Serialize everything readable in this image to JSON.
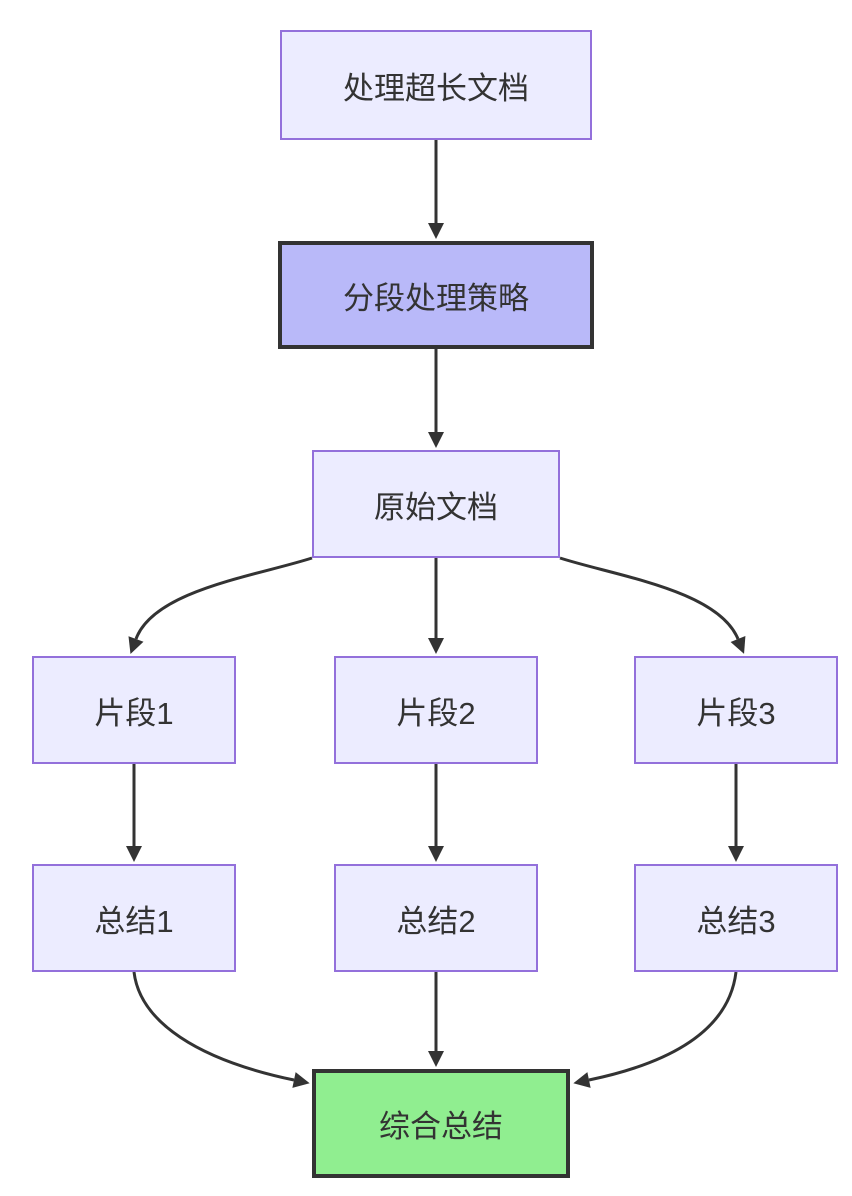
{
  "diagram": {
    "type": "flowchart",
    "direction": "top-down",
    "nodes": [
      {
        "id": "A",
        "label": "处理超长文档",
        "style": "light"
      },
      {
        "id": "B",
        "label": "分段处理策略",
        "style": "emphasis"
      },
      {
        "id": "C",
        "label": "原始文档",
        "style": "light"
      },
      {
        "id": "D",
        "label": "片段1",
        "style": "light"
      },
      {
        "id": "E",
        "label": "片段2",
        "style": "light"
      },
      {
        "id": "F",
        "label": "片段3",
        "style": "light"
      },
      {
        "id": "G",
        "label": "总结1",
        "style": "light"
      },
      {
        "id": "H",
        "label": "总结2",
        "style": "light"
      },
      {
        "id": "I",
        "label": "总结3",
        "style": "light"
      },
      {
        "id": "J",
        "label": "综合总结",
        "style": "result"
      }
    ],
    "edges": [
      {
        "from": "处理超长文档",
        "to": "分段处理策略"
      },
      {
        "from": "分段处理策略",
        "to": "原始文档"
      },
      {
        "from": "原始文档",
        "to": "片段1"
      },
      {
        "from": "原始文档",
        "to": "片段2"
      },
      {
        "from": "原始文档",
        "to": "片段3"
      },
      {
        "from": "片段1",
        "to": "总结1"
      },
      {
        "from": "片段2",
        "to": "总结2"
      },
      {
        "from": "片段3",
        "to": "总结3"
      },
      {
        "from": "总结1",
        "to": "综合总结"
      },
      {
        "from": "总结2",
        "to": "综合总结"
      },
      {
        "from": "总结3",
        "to": "综合总结"
      }
    ],
    "colors": {
      "canvas_bg": "#ffffff",
      "node_fill": "#ECECFF",
      "node_border": "#9370DB",
      "emphasis_fill": "#B9B9F9",
      "emphasis_border": "#333333",
      "result_fill": "#90EE90",
      "result_border": "#333333",
      "edge_stroke": "#333333",
      "text": "#333333"
    }
  }
}
